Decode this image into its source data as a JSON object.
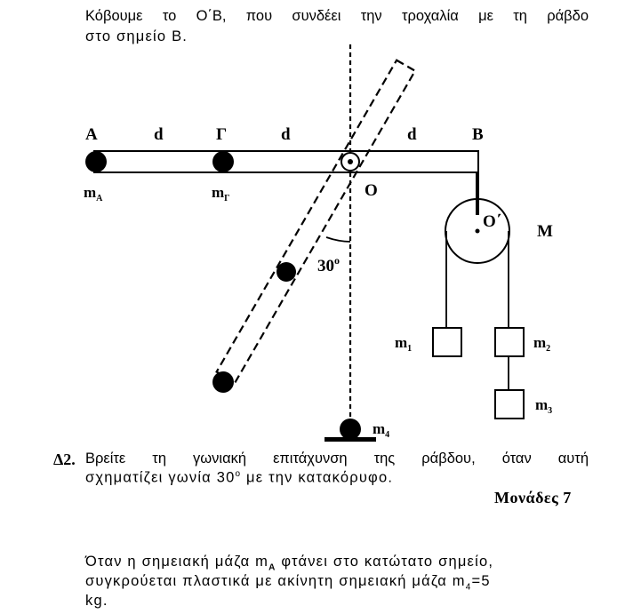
{
  "intro": {
    "line1": "Κόβουμε το Ο΄Β, που συνδέει την τροχαλία με τη ράβδο",
    "line2": "στο σημείο Β."
  },
  "figure": {
    "label_A": "A",
    "label_G": "Γ",
    "label_B": "B",
    "label_d": "d",
    "label_O": "O",
    "label_O_prime": "O΄",
    "label_M": "M",
    "label_angle": "30",
    "label_angle_sup": "o",
    "mass_A": "m",
    "mass_A_sub": "A",
    "mass_G": "m",
    "mass_G_sub": "Γ",
    "mass_1": "m",
    "mass_1_sub": "1",
    "mass_2": "m",
    "mass_2_sub": "2",
    "mass_3": "m",
    "mass_3_sub": "3",
    "mass_4": "m",
    "mass_4_sub": "4"
  },
  "question": {
    "number": "Δ2.",
    "line1": "Βρείτε τη γωνιακή επιτάχυνση της ράβδου, όταν αυτή",
    "line2_a": "σχηματίζει γωνία 30",
    "line2_sup": "o",
    "line2_b": " με την κατακόρυφο.",
    "marks": "Μονάδες 7"
  },
  "outro": {
    "line1_a": "Όταν η σημειακή μάζα m",
    "line1_sub": "A",
    "line1_b": " φτάνει στο κατώτατο σημείο,",
    "line2": "συγκρούεται πλαστικά με ακίνητη σημειακή μάζα m",
    "line2_sub": "4",
    "line2_b": "=5",
    "line3": "kg."
  }
}
